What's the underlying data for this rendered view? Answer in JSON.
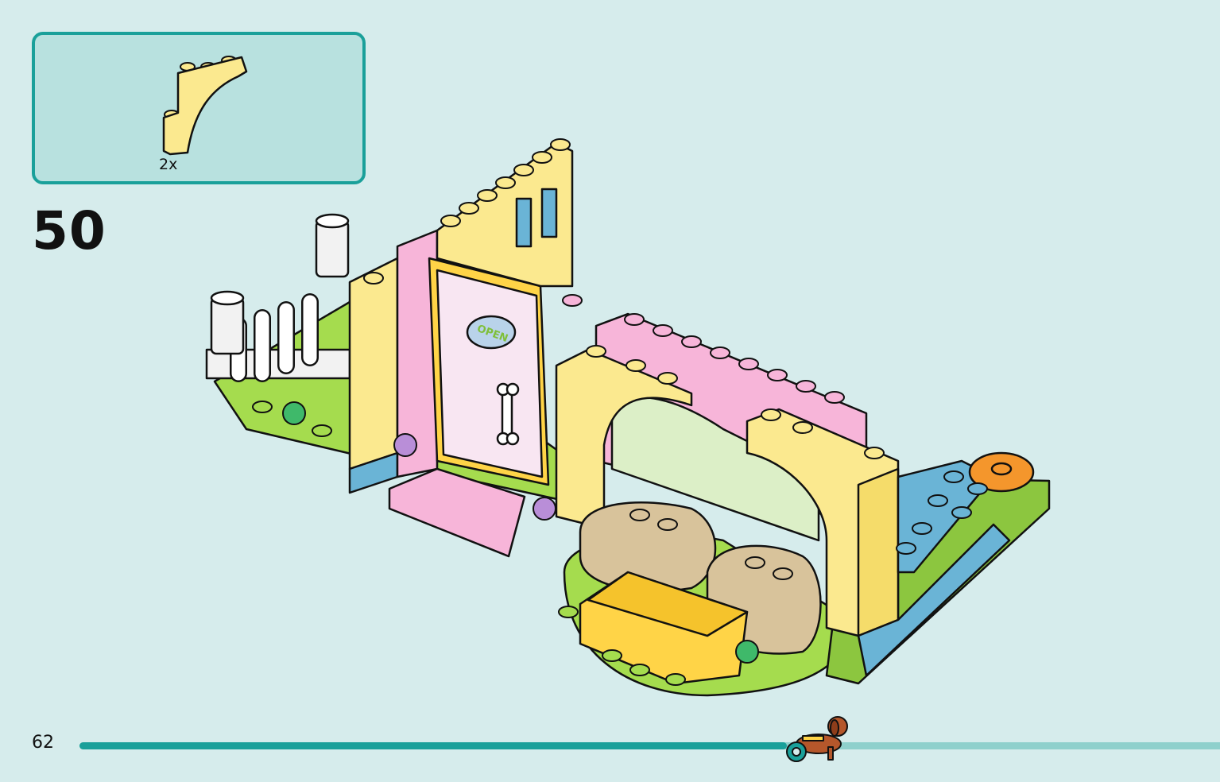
{
  "parts_box": {
    "items": [
      {
        "part": "yellow-arch-brick-icon",
        "quantity": "2x"
      }
    ]
  },
  "step": {
    "number": "50"
  },
  "door_sign": {
    "text": "OPEN"
  },
  "page": {
    "number": "62"
  },
  "progress": {
    "fraction": 0.62
  },
  "colors": {
    "background": "#d6ecec",
    "accent": "#1aa09a",
    "box_fill": "#b8e1df",
    "brick_yellow": "#fbe98f",
    "brick_pink": "#f7b5d9",
    "brick_green": "#a5dc4e",
    "brick_blue": "#6ab4d6",
    "brick_tan": "#d8c39b",
    "brick_orange": "#f4962c"
  },
  "icons": [
    "yellow-arch-brick-icon",
    "dog-wheelchair-icon",
    "bone-icon"
  ]
}
